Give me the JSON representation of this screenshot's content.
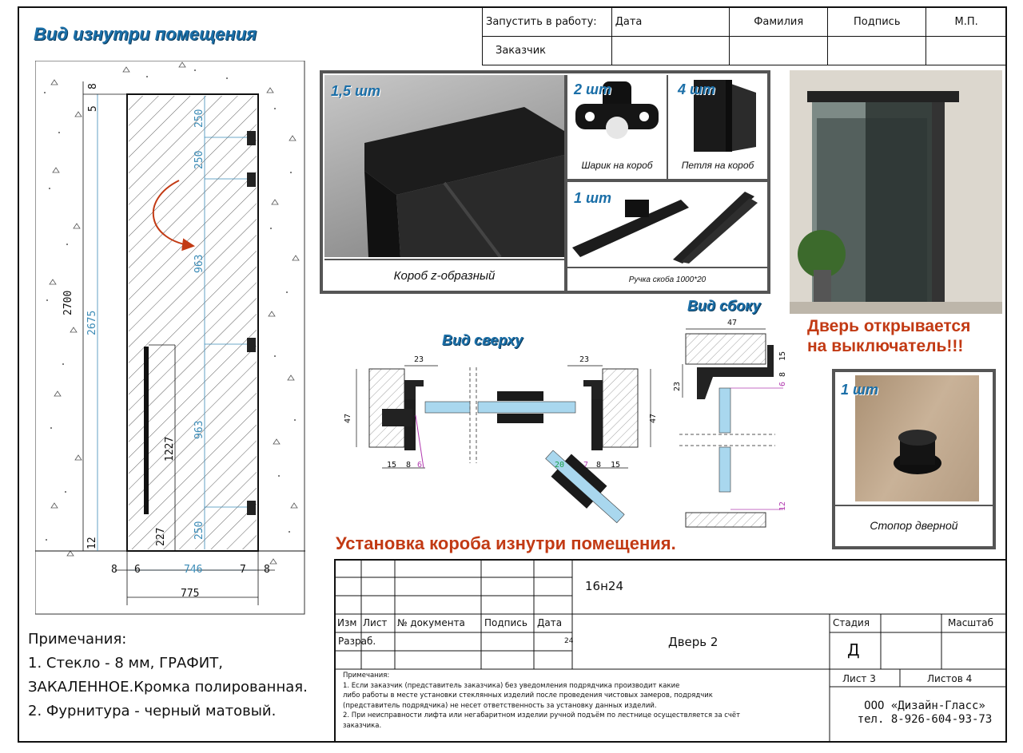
{
  "header": {
    "left_title": "Вид изнутри помещения",
    "launch_label": "Запустить в работу:",
    "customer_label": "Заказчик",
    "cols": [
      "Дата",
      "Фамилия",
      "Подпись",
      "М.П."
    ]
  },
  "products": {
    "box_qty": "1,5 шт",
    "box_caption": "Короб z-образный",
    "ball_qty": "2 шт",
    "ball_caption": "Шарик на короб",
    "hinge_qty": "4 шт",
    "hinge_caption": "Петля на короб",
    "handle_qty": "1 шт",
    "handle_caption": "Ручка скоба 1000*20",
    "stopper_qty": "1 шт",
    "stopper_caption": "Стопор дверной"
  },
  "views": {
    "top_view": "Вид сверху",
    "side_view": "Вид сбоку",
    "door_note_line1": "Дверь открывается",
    "door_note_line2": "на выключатель!!!",
    "install_note": "Установка короба изнутри помещения."
  },
  "elevation_dims": {
    "total_height": "2700",
    "opening_height": "2675",
    "top_gap": "8",
    "top_small": "5",
    "bottom_gap": "12",
    "hinge_top_1": "250",
    "hinge_top_2": "250",
    "span_1": "963",
    "span_2": "963",
    "hinge_bottom": "250",
    "handle_length": "1227",
    "handle_offset": "227",
    "gap_left": "8",
    "gap_left_2": "6",
    "glass_width": "746",
    "gap_right": "7",
    "gap_right_2": "8",
    "overall_width": "775"
  },
  "plan_dims": {
    "d23_left": "23",
    "d23_right": "23",
    "d47_left": "47",
    "d47_right": "47",
    "d15_left": "15",
    "d8_left": "8",
    "d6_left": "6",
    "d20": "20",
    "d7": "7",
    "d8_right": "8",
    "d15_right": "15",
    "side_47": "47",
    "side_15": "15",
    "side_8": "8",
    "side_23": "23",
    "side_6": "6",
    "side_12": "12"
  },
  "notes": {
    "heading": "Примечания:",
    "line1": "1. Стекло - 8 мм, ГРАФИТ,",
    "line2": "ЗАКАЛЕННОЕ.Кромка полированная.",
    "line3": "2. Фурнитура - черный матовый."
  },
  "stamp": {
    "code": "16н24",
    "col_izm": "Изм",
    "col_list": "Лист",
    "col_doc": "№ документа",
    "col_sign": "Подпись",
    "col_date": "Дата",
    "razrab": "Разраб.",
    "date_value": "24",
    "title": "Дверь 2",
    "stage_label": "Стадия",
    "scale_label": "Масштаб",
    "stage_value": "Д",
    "sheet": "Лист 3",
    "sheets": "Листов 4",
    "company": "ООО «Дизайн-Гласс»",
    "phone": "тел. 8-926-604-93-73",
    "notes_heading": "Примечания:",
    "notes_1": "1. Если заказчик (представитель заказчика) без уведомления подрядчика производит какие",
    "notes_2": "либо работы в месте установки стеклянных изделий после проведения чистовых замеров, подрядчик",
    "notes_3": "(представитель подрядчика) не несет ответственность за установку данных изделий.",
    "notes_4": "2. При неисправности лифта или негабаритном изделии ручной подъём по лестнице осуществляется за счёт",
    "notes_5": "заказчика."
  },
  "colors": {
    "accent_blue": "#1b6fa8",
    "accent_red": "#c23a14",
    "glass": "#a9d7ee",
    "dim_blue": "#3b8bb6"
  }
}
